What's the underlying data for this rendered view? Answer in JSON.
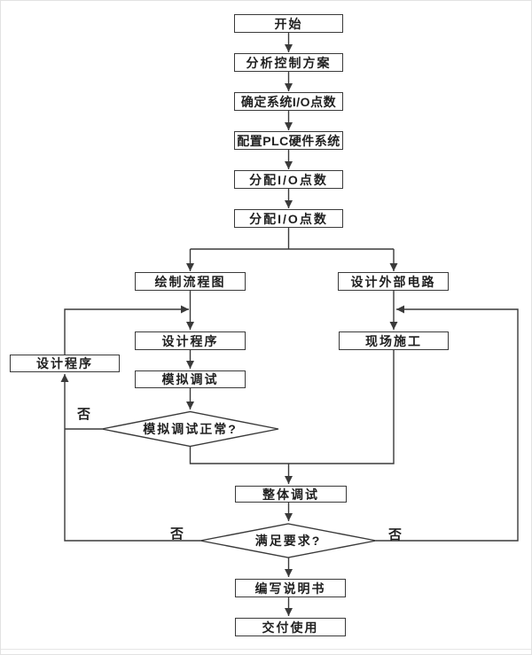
{
  "colors": {
    "background": "#ffffff",
    "line": "#3a3a3a",
    "text": "#1f1f1f",
    "frame": "#e2e2e2"
  },
  "diagram": {
    "type": "flowchart",
    "nodes": {
      "start": {
        "label": "开始",
        "shape": "process"
      },
      "analyze": {
        "label": "分析控制方案",
        "shape": "process"
      },
      "determine_io": {
        "label": "确定系统I/O点数",
        "shape": "process"
      },
      "configure_plc": {
        "label": "配置PLC硬件系统",
        "shape": "process"
      },
      "allocate_io_1": {
        "label": "分配I/O点数",
        "shape": "process"
      },
      "allocate_io_2": {
        "label": "分配I/O点数",
        "shape": "process"
      },
      "draw_flowchart": {
        "label": "绘制流程图",
        "shape": "process"
      },
      "design_circuit": {
        "label": "设计外部电路",
        "shape": "process"
      },
      "design_program_mid": {
        "label": "设计程序",
        "shape": "process"
      },
      "field_construction": {
        "label": "现场施工",
        "shape": "process"
      },
      "sim_debug": {
        "label": "模拟调试",
        "shape": "process"
      },
      "design_program_left": {
        "label": "设计程序",
        "shape": "process"
      },
      "sim_debug_ok": {
        "label": "模拟调试正常?",
        "shape": "decision"
      },
      "overall_debug": {
        "label": "整体调试",
        "shape": "process"
      },
      "meets_req": {
        "label": "满足要求?",
        "shape": "decision"
      },
      "write_manual": {
        "label": "编写说明书",
        "shape": "process"
      },
      "deliver": {
        "label": "交付使用",
        "shape": "process"
      }
    },
    "edge_labels": {
      "sim_debug_no": "否",
      "meets_req_no_left": "否",
      "meets_req_no_right": "否"
    }
  }
}
